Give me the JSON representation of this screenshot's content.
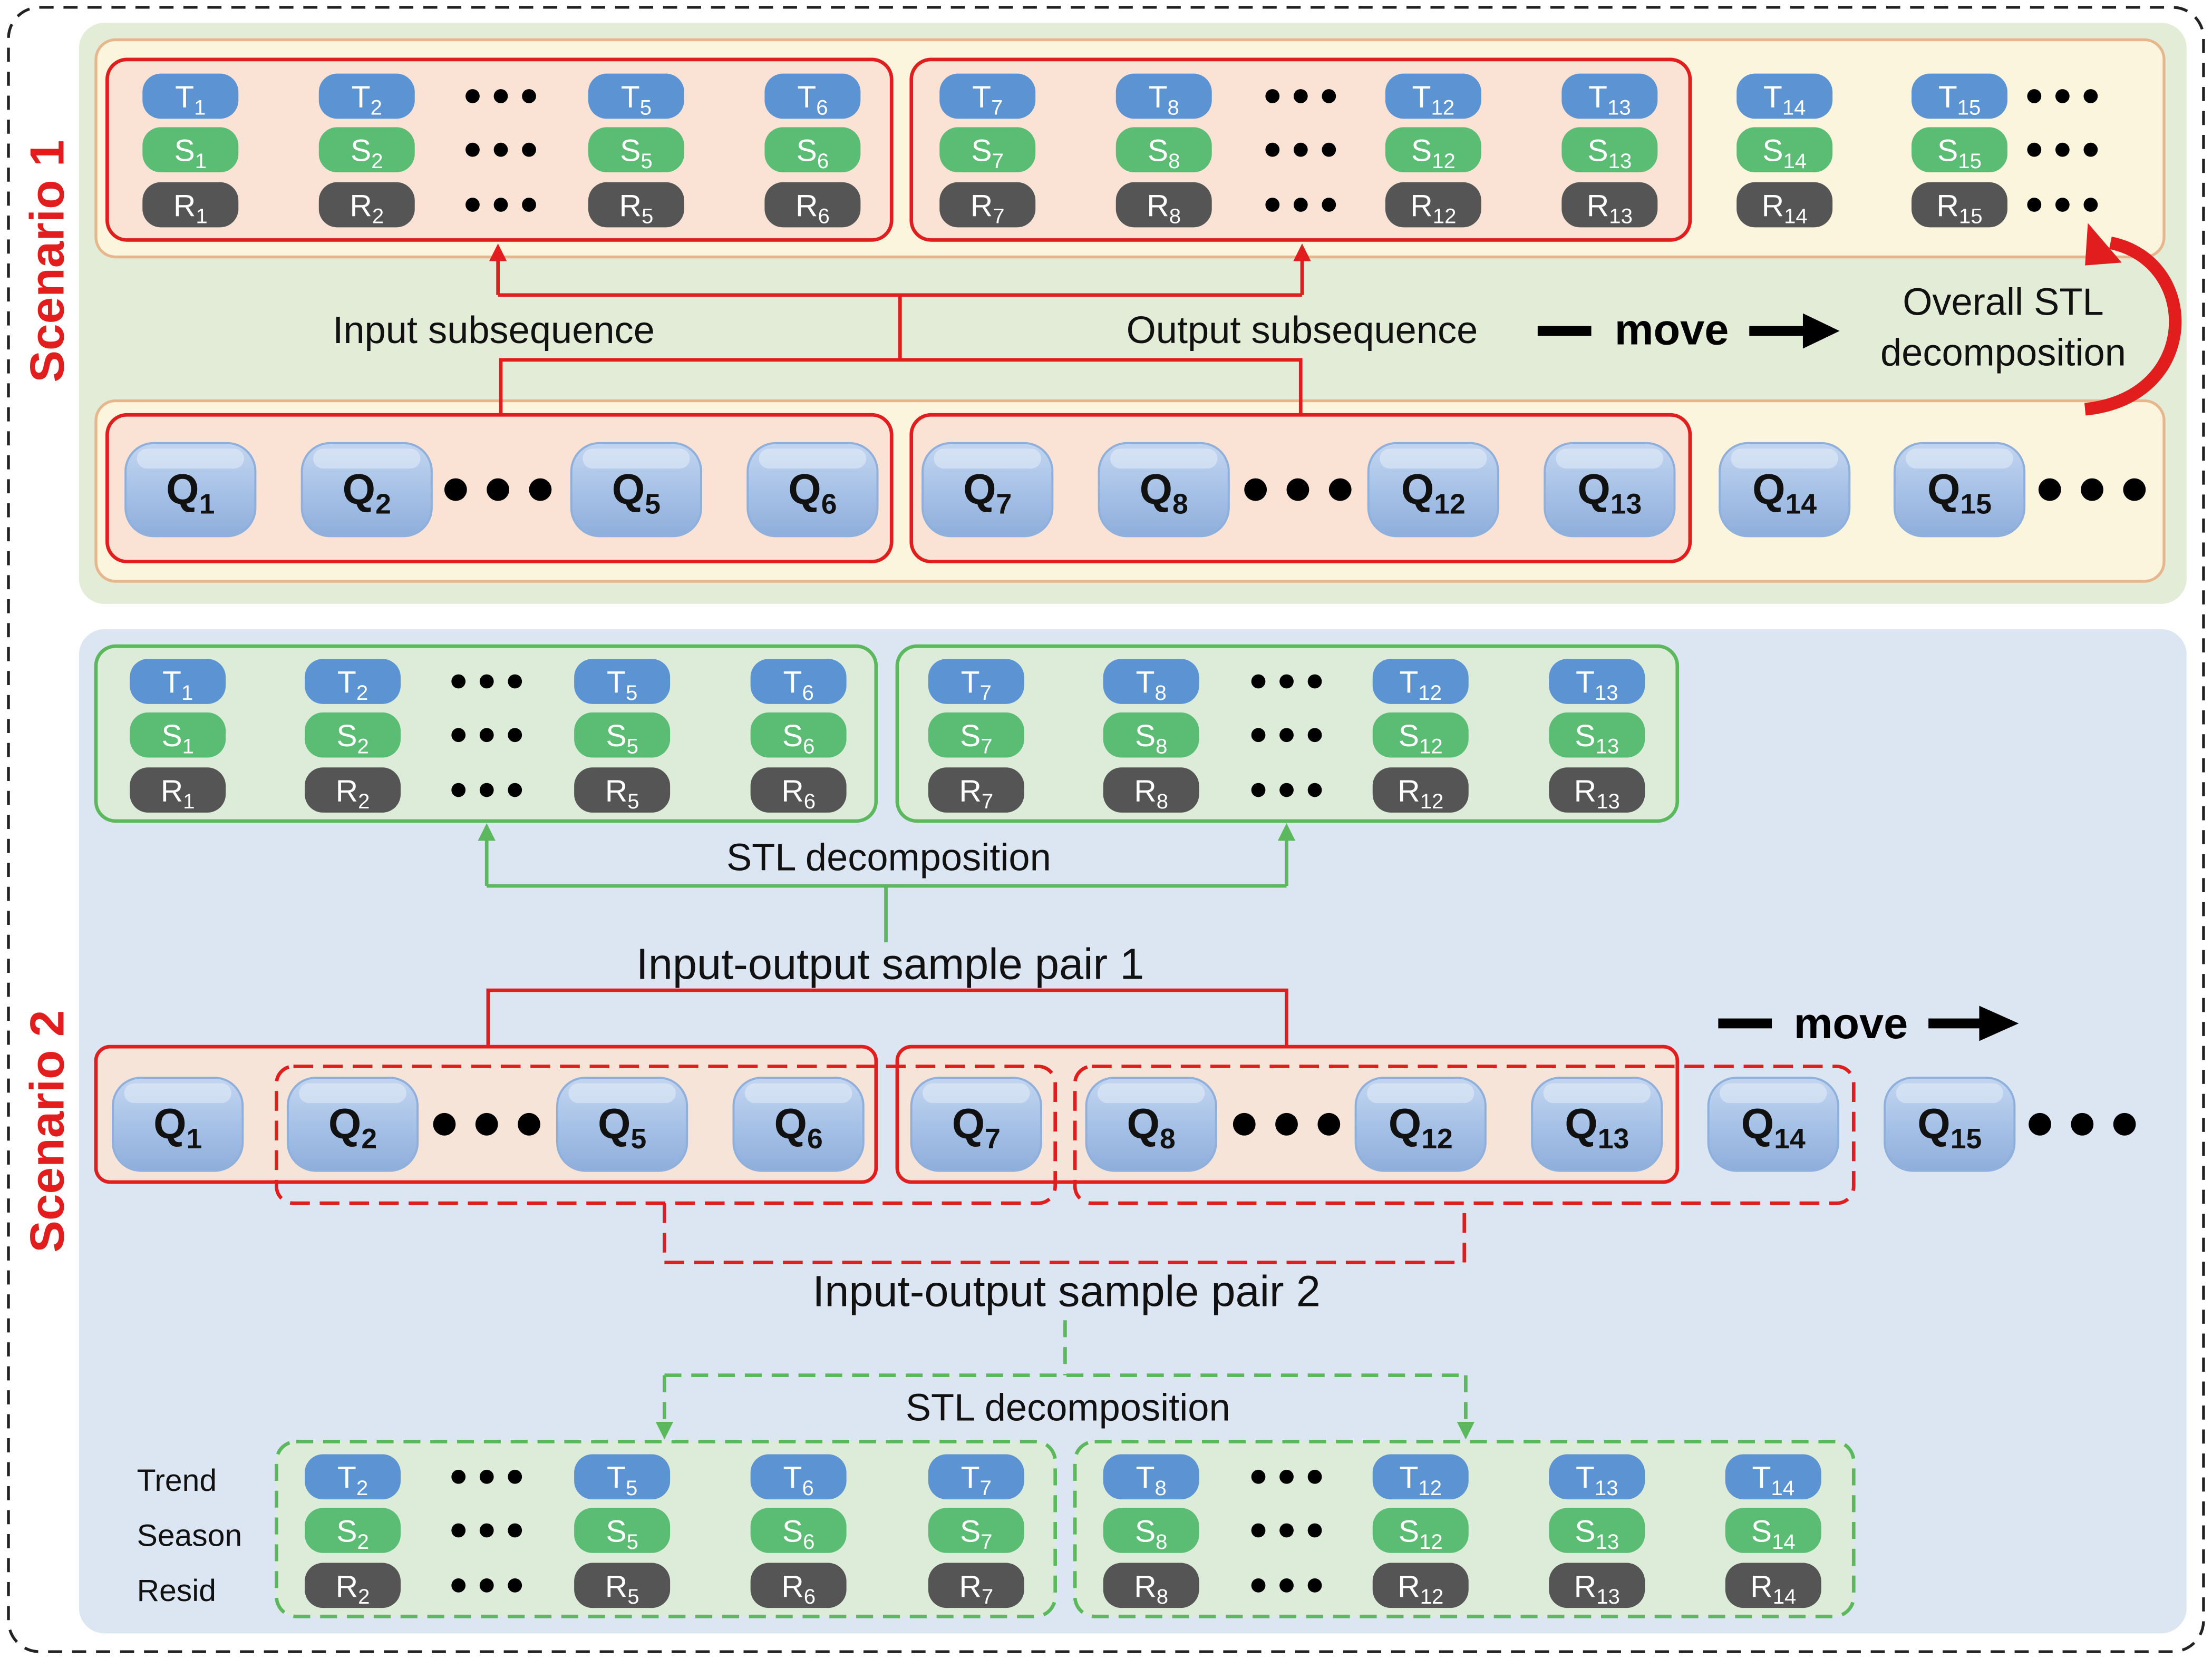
{
  "scenario1": {
    "label": "Scenario 1",
    "components_rows": [
      {
        "key": "T",
        "color": "#5b93d3",
        "indices": [
          "1",
          "2",
          "…",
          "5",
          "6",
          "7",
          "8",
          "…",
          "12",
          "13",
          "14",
          "15",
          "…"
        ]
      },
      {
        "key": "S",
        "color": "#5bbd74",
        "indices": [
          "1",
          "2",
          "…",
          "5",
          "6",
          "7",
          "8",
          "…",
          "12",
          "13",
          "14",
          "15",
          "…"
        ]
      },
      {
        "key": "R",
        "color": "#555555",
        "indices": [
          "1",
          "2",
          "…",
          "5",
          "6",
          "7",
          "8",
          "…",
          "12",
          "13",
          "14",
          "15",
          "…"
        ]
      }
    ],
    "input_label": "Input subsequence",
    "output_label": "Output subsequence",
    "move_label": "move",
    "overall_stl_line1": "Overall STL",
    "overall_stl_line2": "decomposition",
    "q_indices": [
      "1",
      "2",
      "…",
      "5",
      "6",
      "7",
      "8",
      "…",
      "12",
      "13",
      "14",
      "15",
      "…"
    ]
  },
  "scenario2": {
    "label": "Scenario 2",
    "pair1_components": {
      "indices": [
        "1",
        "2",
        "…",
        "5",
        "6",
        "7",
        "8",
        "…",
        "12",
        "13"
      ]
    },
    "stl_label_top": "STL decomposition",
    "pair1_label": "Input-output sample pair 1",
    "move_label": "move",
    "q_indices": [
      "1",
      "2",
      "…",
      "5",
      "6",
      "7",
      "8",
      "…",
      "12",
      "13",
      "14",
      "15",
      "…"
    ],
    "pair2_label": "Input-output sample pair 2",
    "stl_label_bottom": "STL decomposition",
    "row_labels": [
      "Trend",
      "Season",
      "Resid"
    ],
    "pair2_components": {
      "indices": [
        "2",
        "…",
        "5",
        "6",
        "7",
        "8",
        "…",
        "12",
        "13",
        "14"
      ]
    }
  },
  "colors": {
    "trend": "#5b93d3",
    "season": "#5bbd74",
    "resid": "#555555",
    "q_fill": "#a9c4e8",
    "red": "#e11d1d",
    "green": "#5cb85c",
    "scenario1_bg": "#e2ecd6",
    "scenario1_inner": "#faf5dc",
    "scenario2_bg": "#dce6f2"
  }
}
